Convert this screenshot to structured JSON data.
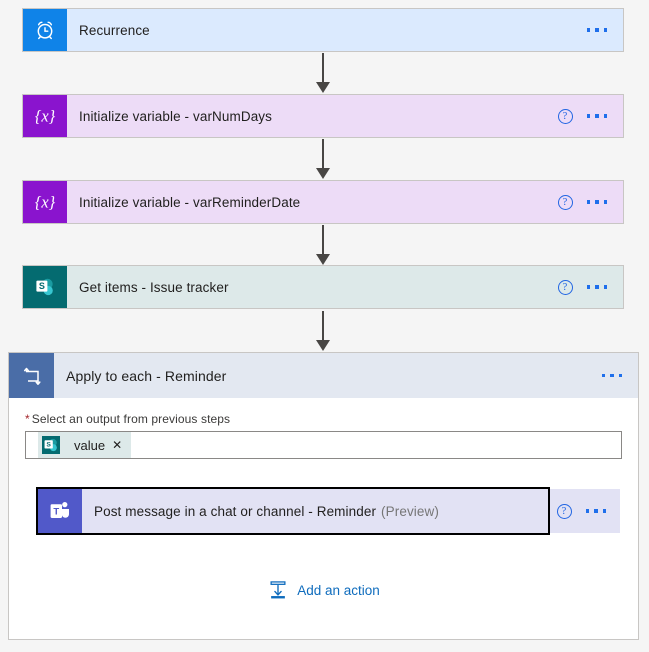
{
  "app": {
    "name": "Power Automate flow designer",
    "canvas_background": "#f5f5f5"
  },
  "flow": {
    "steps": [
      {
        "id": "recurrence",
        "type": "trigger",
        "title": "Recurrence",
        "icon": "alarm-clock-icon",
        "icon_bg": "#0f83e8",
        "card_bg": "#dbeafe",
        "has_help": false,
        "has_menu": true,
        "selected": false
      },
      {
        "id": "init-varnumdays",
        "type": "action",
        "title": "Initialize variable - varNumDays",
        "icon": "variable-braces-icon",
        "icon_bg": "#8a14ce",
        "card_bg": "#eddcf7",
        "has_help": true,
        "has_menu": true,
        "selected": false
      },
      {
        "id": "init-varreminderdate",
        "type": "action",
        "title": "Initialize variable - varReminderDate",
        "icon": "variable-braces-icon",
        "icon_bg": "#8a14ce",
        "card_bg": "#eddcf7",
        "has_help": true,
        "has_menu": true,
        "selected": false
      },
      {
        "id": "get-items",
        "type": "action",
        "title": "Get items - Issue tracker",
        "icon": "sharepoint-icon",
        "icon_bg": "#046b70",
        "card_bg": "#dde9e9",
        "has_help": true,
        "has_menu": true,
        "selected": false
      }
    ]
  },
  "scope": {
    "title": "Apply to each - Reminder",
    "icon": "loop-icon",
    "icon_bg": "#4a6da7",
    "header_bg": "#e3e8f1",
    "has_menu": true,
    "field": {
      "required_marker": "*",
      "label": "Select an output from previous steps",
      "token": {
        "icon": "sharepoint-icon",
        "text": "value",
        "remove_label": "✕"
      }
    },
    "child_step": {
      "id": "post-message",
      "title": "Post message in a chat or channel - Reminder",
      "suffix": "(Preview)",
      "icon": "teams-icon",
      "icon_bg": "#5159c9",
      "card_bg": "#e2e2f4",
      "has_help": true,
      "has_menu": true,
      "selected": true
    },
    "add_action": {
      "label": "Add an action",
      "icon": "insert-below-icon",
      "color": "#0f6cbd"
    }
  },
  "icons": {
    "menu": "ellipsis-icon",
    "help": "help-question-icon"
  }
}
